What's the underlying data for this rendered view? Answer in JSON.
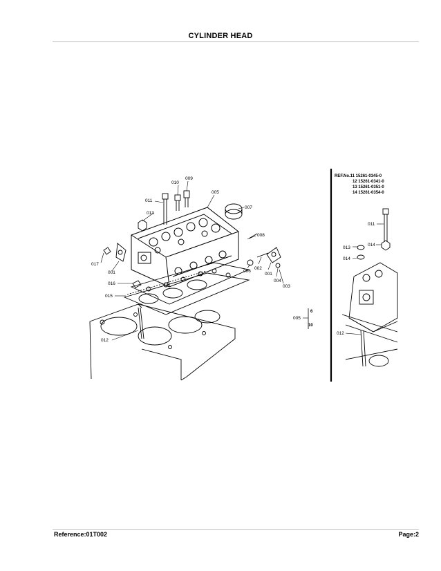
{
  "header": {
    "title": "CYLINDER HEAD"
  },
  "footer": {
    "reference": "Reference:01T002",
    "page": "Page:2"
  },
  "diagram": {
    "labels": {
      "p009": "009",
      "p010": "010",
      "p005": "005",
      "p011": "011",
      "p013": "013",
      "p007": "007",
      "p008": "008",
      "p017": "017",
      "p001a": "001",
      "p016": "016",
      "p015": "015",
      "p006": "006",
      "p002": "002",
      "p001b": "001",
      "p004": "004",
      "p003": "003",
      "p005b": "005",
      "p012": "012"
    },
    "inset": {
      "ref_lines": [
        "REF.No.11 15261-0345-0",
        "12 15261-0341-0",
        "13 15261-0351-0",
        "14 15261-0354-0"
      ],
      "labels": {
        "p011": "011",
        "p013": "013",
        "p014a": "014",
        "p014b": "014",
        "p012": "012"
      }
    },
    "side_marks": [
      "6",
      "10"
    ]
  }
}
